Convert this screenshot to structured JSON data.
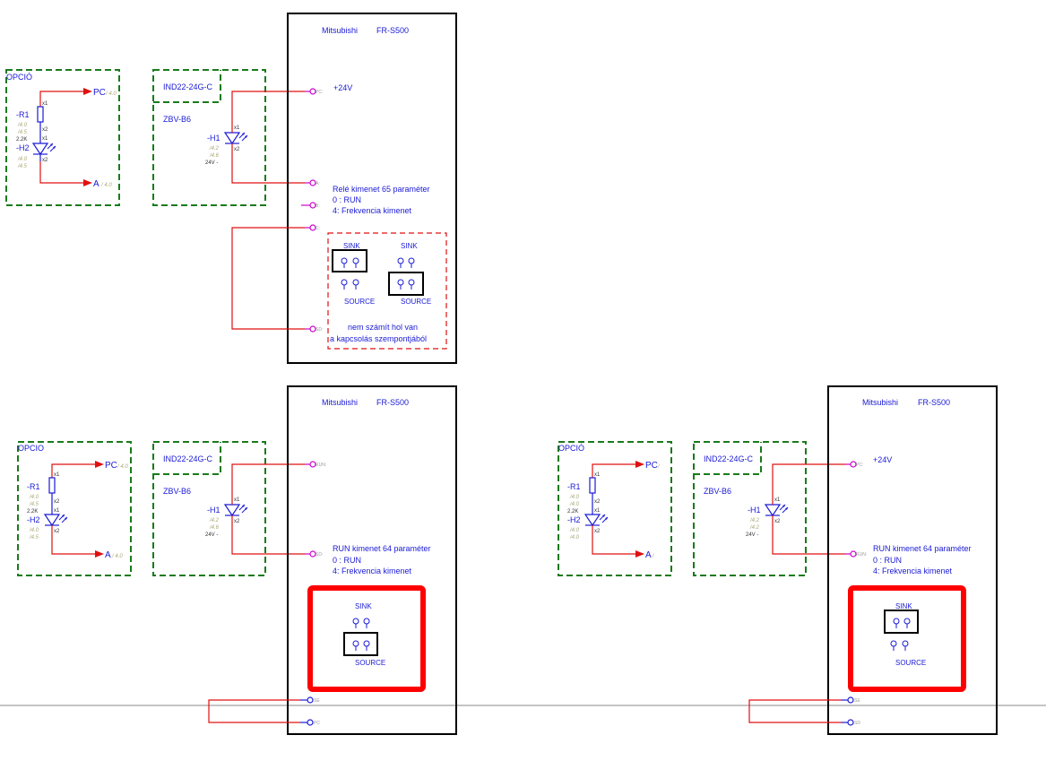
{
  "colors": {
    "wire": "#e01010",
    "text": "#1a1ad6",
    "option_border": "#1a7a1a",
    "highlight": "#ff0000",
    "pin_magenta": "#cc00cc"
  },
  "diagrams": [
    {
      "option": {
        "title": "OPCIÓ",
        "r_label": "-R1",
        "r_ref1": "/4.0",
        "r_ref2": "/4.5",
        "r_value": "2.2K",
        "h_label": "-H2",
        "h_ref1": "/4.0",
        "h_ref2": "/4.5",
        "x1": "x1",
        "x2": "x2",
        "out_top": "PC",
        "out_top_ref": "/ 4.0",
        "out_bot": "A",
        "out_bot_ref": "/ 4.0"
      },
      "indicator": {
        "title": "IND22-24G-C",
        "sub": "ZBV-B6",
        "h_label": "-H1",
        "h_ref1": "/4.2",
        "h_ref2": "/4.6",
        "voltage": "24V -",
        "x1": "x1",
        "x2": "x2"
      },
      "vfd": {
        "brand": "Mitsubishi",
        "model": "FR-S500",
        "pin1": "PC:",
        "pin1_note": "+24V",
        "pin2": "A:",
        "pin3": "B:",
        "pin4": "C:",
        "pin5": "SD:",
        "note_title": "Relé kimenet 65 paraméter",
        "note_1": "0 : RUN",
        "note_2": "4: Frekvencia kimenet",
        "sink": "SINK",
        "source": "SOURCE",
        "remark_1": "nem számít hol van",
        "remark_2": "a kapcsolás szempontjából"
      }
    },
    {
      "option": {
        "title": "OPCIO",
        "r_label": "-R1",
        "r_ref1": "/4.0",
        "r_ref2": "/4.5",
        "r_value": "2.2K",
        "h_label": "-H2",
        "h_ref1": "/4.0",
        "h_ref2": "/4.5",
        "x1": "x1",
        "x2": "x2",
        "out_top": "PC",
        "out_top_ref": "/ 4.0",
        "out_bot": "A",
        "out_bot_ref": "/ 4.0"
      },
      "indicator": {
        "title": "IND22-24G-C",
        "sub": "ZBV-B6",
        "h_label": "-H1",
        "h_ref1": "/4.2",
        "h_ref2": "/4.6",
        "voltage": "24V -",
        "x1": "x1",
        "x2": "x2"
      },
      "vfd": {
        "brand": "Mitsubishi",
        "model": "FR-S500",
        "pin1": "RUN:",
        "pin2": "SD:",
        "pin_se": "SE",
        "pin_last": "PC",
        "note_title": "RUN kimenet 64 paraméter",
        "note_1": "0 : RUN",
        "note_2": "4: Frekvencia kimenet",
        "sink": "SINK",
        "source": "SOURCE"
      }
    },
    {
      "option": {
        "title": "OPCIÓ",
        "r_label": "-R1",
        "r_ref1": "/4.0",
        "r_ref2": "/4.0",
        "r_value": "2.2K",
        "h_label": "-H2",
        "h_ref1": "/4.0",
        "h_ref2": "/4.0",
        "x1": "x1",
        "x2": "x2",
        "out_top": "PC",
        "out_top_ref": "/",
        "out_bot": "A",
        "out_bot_ref": "/"
      },
      "indicator": {
        "title": "IND22-24G-C",
        "sub": "ZBV-B6",
        "h_label": "-H1",
        "h_ref1": "/4.2",
        "h_ref2": "/4.2",
        "voltage": "24V -",
        "x1": "x1",
        "x2": "x2"
      },
      "vfd": {
        "brand": "Mitsubishi",
        "model": "FR-S500",
        "pin1": "PC:",
        "pin1_note": "+24V",
        "pin2": "RUN:",
        "pin_se": "SE",
        "pin_last": "SD",
        "note_title": "RUN kimenet 64 paraméter",
        "note_1": "0 : RUN",
        "note_2": "4: Frekvencia kimenet",
        "sink": "SINK",
        "source": "SOURCE"
      }
    }
  ]
}
